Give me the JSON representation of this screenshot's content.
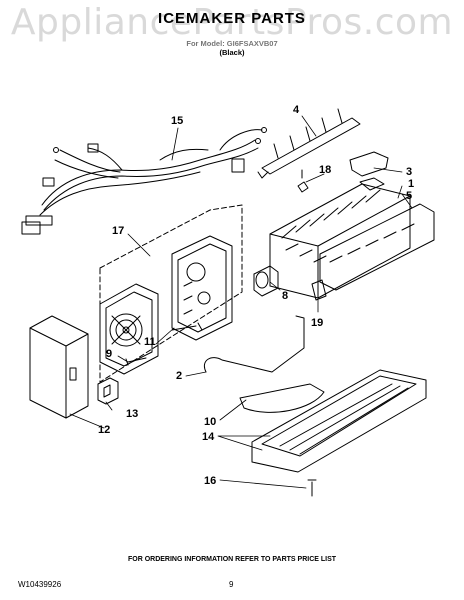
{
  "watermark": "AppliancePartsPros.com",
  "header": {
    "title": "ICEMAKER PARTS",
    "model_line": "For Model: GI6FSAXVB07",
    "color_line": "(Black)"
  },
  "callouts": {
    "c15": "15",
    "c4": "4",
    "c18": "18",
    "c3": "3",
    "c1": "1",
    "c5": "5",
    "c17": "17",
    "c8": "8",
    "c19": "19",
    "c11": "11",
    "c9": "9",
    "c2": "2",
    "c13": "13",
    "c12": "12",
    "c10": "10",
    "c14": "14",
    "c16": "16"
  },
  "footer": {
    "order_info": "FOR ORDERING INFORMATION REFER TO PARTS PRICE LIST",
    "doc_number": "W10439926",
    "page_number": "9"
  }
}
